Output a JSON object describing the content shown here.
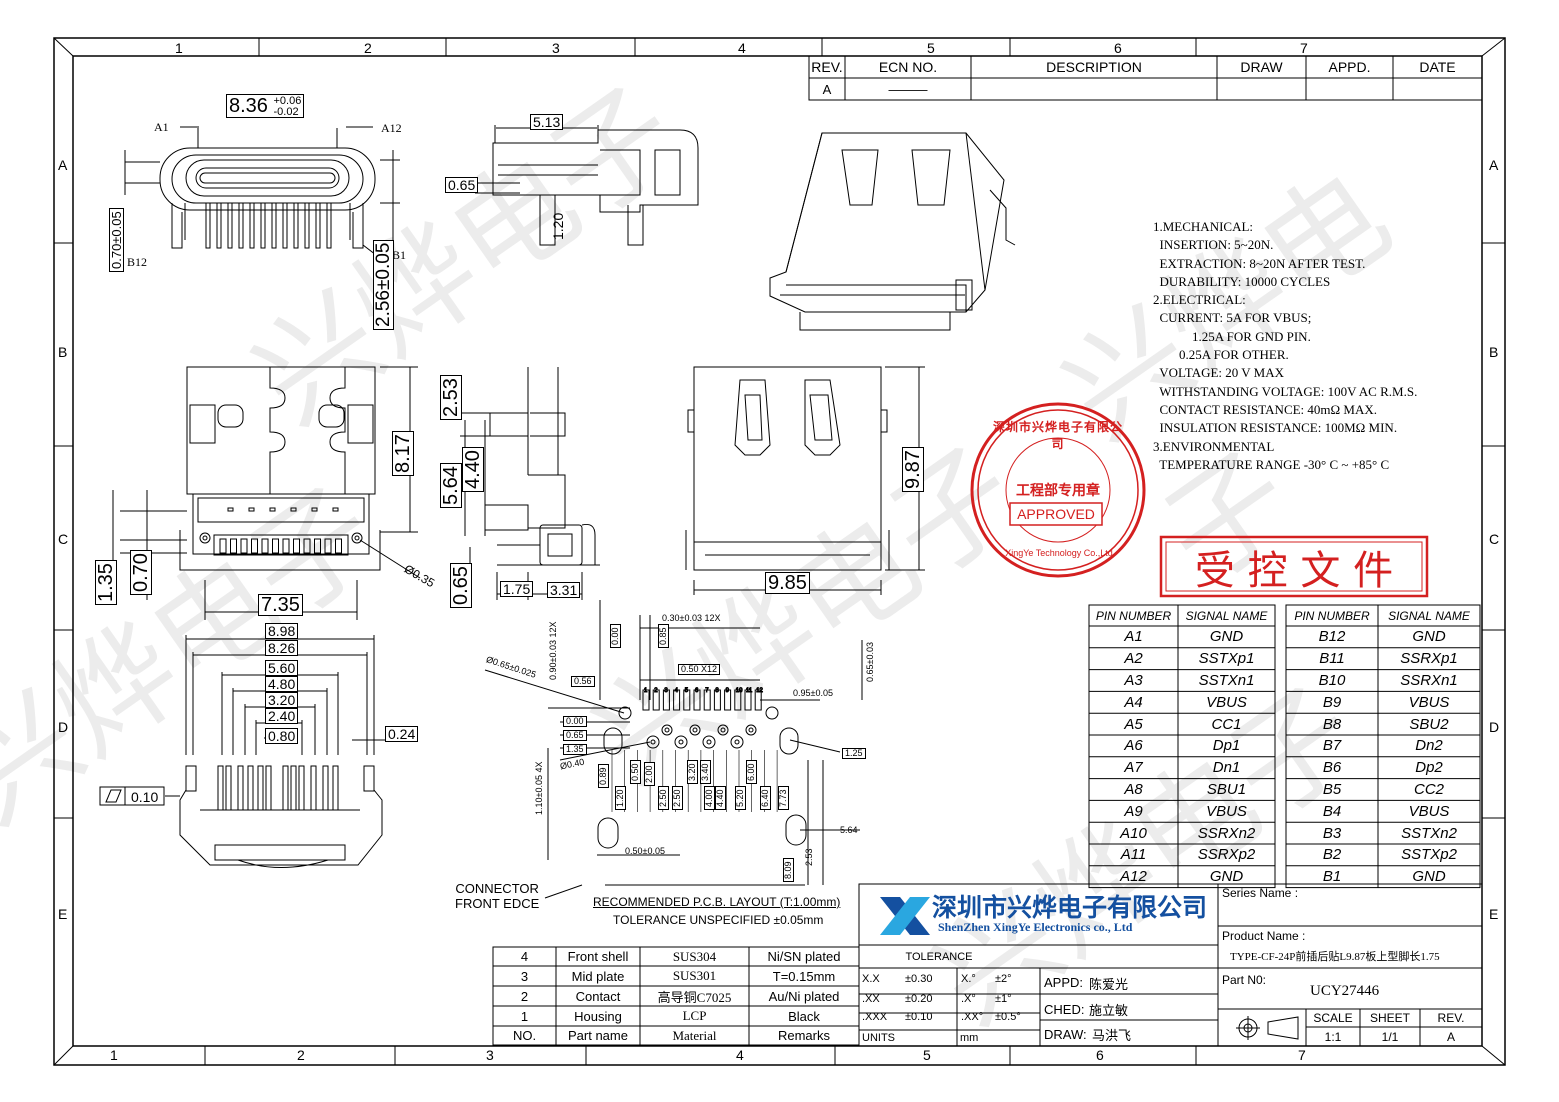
{
  "border": {
    "cols_top": [
      "1",
      "2",
      "3",
      "4",
      "5",
      "6",
      "7"
    ],
    "cols_bottom": [
      "1",
      "2",
      "3",
      "4",
      "5",
      "6",
      "7"
    ],
    "rows": [
      "A",
      "B",
      "C",
      "D",
      "E"
    ]
  },
  "revision": {
    "headers": {
      "rev": "REV.",
      "ecn": "ECN NO.",
      "desc": "DESCRIPTION",
      "draw": "DRAW",
      "appd": "APPD.",
      "date": "DATE"
    },
    "row": {
      "rev": "A",
      "ecn": "———"
    }
  },
  "labels": {
    "a1": "A1",
    "a12": "A12",
    "b12": "B12",
    "b1": "B1",
    "connector_front": "CONNECTOR\nFRONT EDCE",
    "pcb_title": "RECOMMENDED  P.C.B. LAYOUT (T:1.00mm)",
    "pcb_tol": "TOLERANCE  UNSPECIFIED ±0.05mm"
  },
  "dims": {
    "d836": "8.36",
    "d836_up": "+0.06",
    "d836_dn": "-0.02",
    "d070_005": "0.70±0.05",
    "d256": "2.56±0.05",
    "d513": "5.13",
    "d065a": "0.65",
    "d120": "1.20",
    "d817": "8.17",
    "d253": "2.53",
    "d564": "5.64",
    "d440": "4.40",
    "d065b": "0.65",
    "d175": "1.75",
    "d331": "3.31",
    "d987": "9.87",
    "d985": "9.85",
    "d135": "1.35",
    "d070": "0.70",
    "d735": "7.35",
    "d035": "Ø0.35",
    "d898": "8.98",
    "d826": "8.26",
    "d560": "5.60",
    "d480": "4.80",
    "d320": "3.20",
    "d240": "2.40",
    "d080": "0.80",
    "d024": "0.24",
    "flat": "0.10",
    "p_030": "0.30±0.03  12X",
    "p_090": "0.90±0.03  12X",
    "p_000a": "0.00",
    "p_085": "0.85",
    "p_050x12": "0.50  X12",
    "p_065": "0.65±0.03",
    "p_065d": "Ø0.65±0.025",
    "p_056": "0.56",
    "p_095": "0.95±0.05",
    "p_000b": "0.00",
    "p_065c": "0.65",
    "p_135": "1.35",
    "p_040": "Ø0.40",
    "p_110": "1.10±0.05  4X",
    "p_125": "1.25",
    "p_564": "5.64",
    "p_253": "2.53",
    "p_050": "0.50±0.05",
    "p_809": "8.09",
    "p_vals": [
      "0.89",
      "0.50",
      "1.20",
      "2.00",
      "2.50",
      "2.50",
      "3.20",
      "3.40",
      "4.00",
      "4.40",
      "5.20",
      "6.00",
      "6.40",
      "7.73"
    ]
  },
  "specs": [
    "1.MECHANICAL:",
    "  INSERTION: 5~20N.",
    "  EXTRACTION: 8~20N AFTER TEST.",
    "  DURABILITY: 10000 CYCLES",
    "2.ELECTRICAL:",
    "  CURRENT: 5A FOR VBUS;",
    "            1.25A FOR GND PIN.",
    "        0.25A FOR OTHER.",
    "  VOLTAGE: 20 V MAX",
    "  WITHSTANDING VOLTAGE: 100V AC R.M.S.",
    "  CONTACT RESISTANCE: 40mΩ MAX.",
    "  INSULATION RESISTANCE: 100MΩ MIN.",
    "3.ENVIRONMENTAL",
    "  TEMPERATURE RANGE -30° C ~ +85° C"
  ],
  "stamp": {
    "top": "深圳市兴烨电子有限公司",
    "mid": "工程部专用章",
    "approved": "APPROVED",
    "bottom": "XingYe Technology Co.,Ltd"
  },
  "controlled": "受 控 文 件",
  "pin_table": {
    "headers": [
      "PIN NUMBER",
      "SIGNAL NAME",
      "PIN NUMBER",
      "SIGNAL NAME"
    ],
    "left": [
      [
        "A1",
        "GND"
      ],
      [
        "A2",
        "SSTXp1"
      ],
      [
        "A3",
        "SSTXn1"
      ],
      [
        "A4",
        "VBUS"
      ],
      [
        "A5",
        "CC1"
      ],
      [
        "A6",
        "Dp1"
      ],
      [
        "A7",
        "Dn1"
      ],
      [
        "A8",
        "SBU1"
      ],
      [
        "A9",
        "VBUS"
      ],
      [
        "A10",
        "SSRXn2"
      ],
      [
        "A11",
        "SSRXp2"
      ],
      [
        "A12",
        "GND"
      ]
    ],
    "right": [
      [
        "B12",
        "GND"
      ],
      [
        "B11",
        "SSRXp1"
      ],
      [
        "B10",
        "SSRXn1"
      ],
      [
        "B9",
        "VBUS"
      ],
      [
        "B8",
        "SBU2"
      ],
      [
        "B7",
        "Dn2"
      ],
      [
        "B6",
        "Dp2"
      ],
      [
        "B5",
        "CC2"
      ],
      [
        "B4",
        "VBUS"
      ],
      [
        "B3",
        "SSTXn2"
      ],
      [
        "B2",
        "SSTXp2"
      ],
      [
        "B1",
        "GND"
      ]
    ]
  },
  "bom": {
    "rows": [
      [
        "4",
        "Front shell",
        "SUS304",
        "Ni/SN plated"
      ],
      [
        "3",
        "Mid plate",
        "SUS301",
        "T=0.15mm"
      ],
      [
        "2",
        "Contact",
        "高导铜C7025",
        "Au/Ni plated"
      ],
      [
        "1",
        "Housing",
        "LCP",
        "Black"
      ],
      [
        "NO.",
        "Part name",
        "Material",
        "Remarks"
      ]
    ]
  },
  "title_block": {
    "company_cn": "深圳市兴烨电子有限公司",
    "company_en": "ShenZhen XingYe Electronics co., Ltd",
    "tolerance": "TOLERANCE",
    "tol_rows": [
      [
        "X.X",
        "±0.30",
        "X.°",
        "±2°"
      ],
      [
        ".XX",
        "±0.20",
        ".X°",
        "±1°"
      ],
      [
        ".XXX",
        "±0.10",
        ".XX°",
        "±0.5°"
      ]
    ],
    "units": "UNITS",
    "mm": "mm",
    "appd_label": "APPD:",
    "appd": "陈爱光",
    "ched_label": "CHED:",
    "ched": "施立敏",
    "draw_label": "DRAW:",
    "draw": "马洪飞",
    "series_label": "Series Name :",
    "product_label": "Product Name :",
    "product": "TYPE-CF-24P前插后贴L9.87板上型脚长1.75",
    "part_label": "Part N0:",
    "part": "UCY27446",
    "scale_label": "SCALE",
    "scale": "1:1",
    "sheet_label": "SHEET",
    "sheet": "1/1",
    "rev_label": "REV.",
    "rev": "A"
  },
  "colors": {
    "line": "#000000",
    "dim_green": "#1a9a3a",
    "stamp_red": "#d42020",
    "logo_blue": "#1450a0",
    "watermark": "#e6e6e6"
  }
}
